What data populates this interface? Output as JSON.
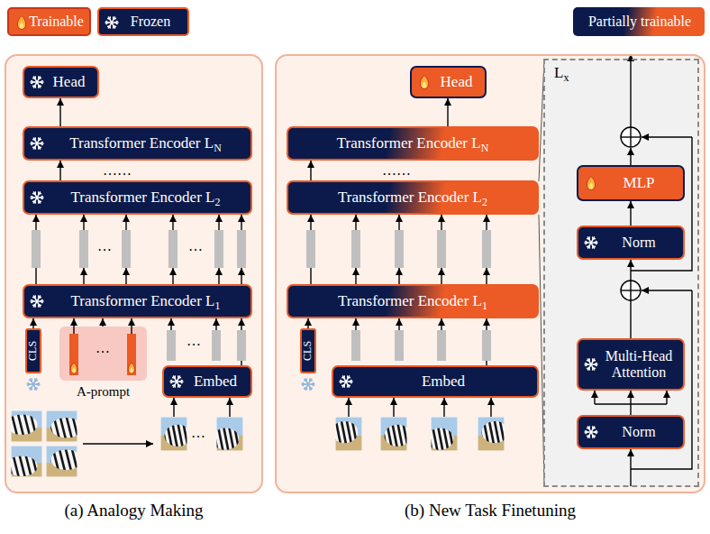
{
  "diagram": {
    "nodes": [
      {
        "text": [
          "(a) Analogy Making"
        ]
      },
      {
        "text": [
          "Head"
        ],
        "in": 0
      },
      {
        "text": [
          "Transformer Encoder LN"
        ],
        "in": 0
      },
      {
        "text": [
          "Transformer Encoder L2"
        ],
        "in": 0
      },
      {
        "text": [
          "Transformer Encoder L1"
        ],
        "in": 0
      },
      {
        "text": [
          "CLS"
        ],
        "in": 0
      },
      {
        "text": [
          "A-prompt"
        ],
        "in": 0
      },
      {
        "text": [
          "Embed"
        ],
        "in": 0
      },
      {
        "text": [
          "(b) New Task Finetuning"
        ]
      },
      {
        "text": [
          "Head"
        ],
        "in": 8
      },
      {
        "text": [
          "Transformer Encoder LN"
        ],
        "in": 8
      },
      {
        "text": [
          "Transformer Encoder L2"
        ],
        "in": 8
      },
      {
        "text": [
          "Transformer Encoder L1"
        ],
        "in": 8
      },
      {
        "text": [
          "CLS"
        ],
        "in": 8
      },
      {
        "text": [
          "Embed"
        ],
        "in": 8
      },
      {
        "text": [
          "Lx"
        ],
        "in": 8
      },
      {
        "text": [
          "MLP"
        ],
        "in": 15
      },
      {
        "text": [
          "Norm"
        ],
        "in": 15
      },
      {
        "text": [
          "Multi-Head Attention"
        ],
        "in": 15
      },
      {
        "text": [
          "Norm"
        ],
        "in": 15
      }
    ],
    "edges": [
      {
        "from": 2,
        "to": 1,
        "arrow": "to"
      },
      {
        "from": 3,
        "to": 2,
        "arrow": "to"
      },
      {
        "from": 4,
        "to": 3,
        "arrow": "to"
      },
      {
        "from": 5,
        "to": 4,
        "arrow": "to"
      },
      {
        "from": 6,
        "to": 4,
        "arrow": "to"
      },
      {
        "from": 7,
        "to": 4,
        "arrow": "to"
      },
      {
        "from": 10,
        "to": 9,
        "arrow": "to"
      },
      {
        "from": 11,
        "to": 10,
        "arrow": "to"
      },
      {
        "from": 12,
        "to": 11,
        "arrow": "to"
      },
      {
        "from": 13,
        "to": 12,
        "arrow": "to"
      },
      {
        "from": 14,
        "to": 12,
        "arrow": "to"
      },
      {
        "from": 19,
        "to": 18,
        "arrow": "to"
      },
      {
        "from": 18,
        "to": 17,
        "arrow": "to"
      },
      {
        "from": 17,
        "to": 16,
        "arrow": "to"
      }
    ],
    "labels": [
      "……",
      "…",
      "…",
      "…",
      "…",
      "…",
      "……"
    ],
    "legend": [
      {
        "text": "Trainable",
        "color": "#ec5a26"
      },
      {
        "text": "Frozen",
        "color": "#0b1a4a"
      },
      {
        "text": "Partially trainable"
      }
    ]
  }
}
